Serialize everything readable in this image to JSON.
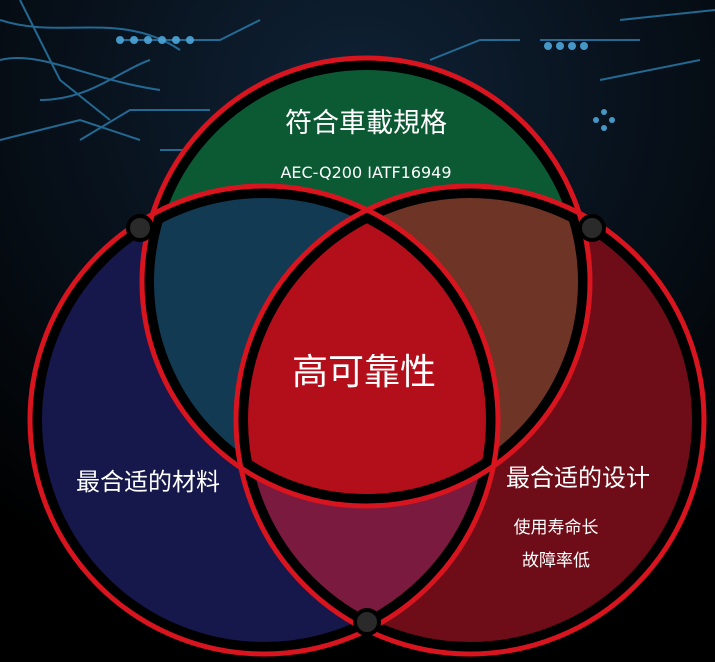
{
  "diagram": {
    "type": "venn",
    "sets": [
      {
        "id": "top",
        "title": "符合車載規格",
        "subtitle": "AEC-Q200 IATF16949"
      },
      {
        "id": "left",
        "title": "最合适的材料"
      },
      {
        "id": "right",
        "title": "最合适的设计",
        "notes": [
          "使用寿命长",
          "故障率低"
        ]
      }
    ],
    "center_label": "高可靠性"
  },
  "colors": {
    "background": "#000000",
    "ring": "#d8141f",
    "top_fill": "#0b5a33",
    "left_fill": "#16174a",
    "right_fill": "#6e0d18",
    "top_left_overlap": "#123a52",
    "top_right_overlap": "#6e3527",
    "left_right_overlap": "#7a1a3e",
    "center_fill": "#b30f1a",
    "circuit": "#2a7fb0"
  }
}
